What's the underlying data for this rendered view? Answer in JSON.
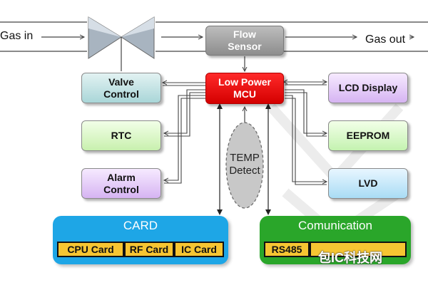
{
  "labels": {
    "gas_in": "Gas in",
    "gas_out": "Gas out",
    "flow_sensor": "Flow\nSensor",
    "mcu": "Low Power\nMCU",
    "valve_control": "Valve\nControl",
    "rtc": "RTC",
    "alarm_control": "Alarm\nControl",
    "temp_detect": "TEMP\nDetect",
    "lcd_display": "LCD Display",
    "eeprom": "EEPROM",
    "lvd": "LVD"
  },
  "card_group": {
    "title": "CARD",
    "items": [
      "CPU Card",
      "RF Card",
      "IC Card"
    ]
  },
  "comm_group": {
    "title": "Comunication",
    "items": [
      "RS485"
    ]
  },
  "watermark": "包IC科技网",
  "colors": {
    "mcu": "#e00000",
    "flow_sensor": "#9e9e9e",
    "card_group": "#1ea6e6",
    "comm_group": "#2aa62a",
    "chip": "#f6c532"
  }
}
